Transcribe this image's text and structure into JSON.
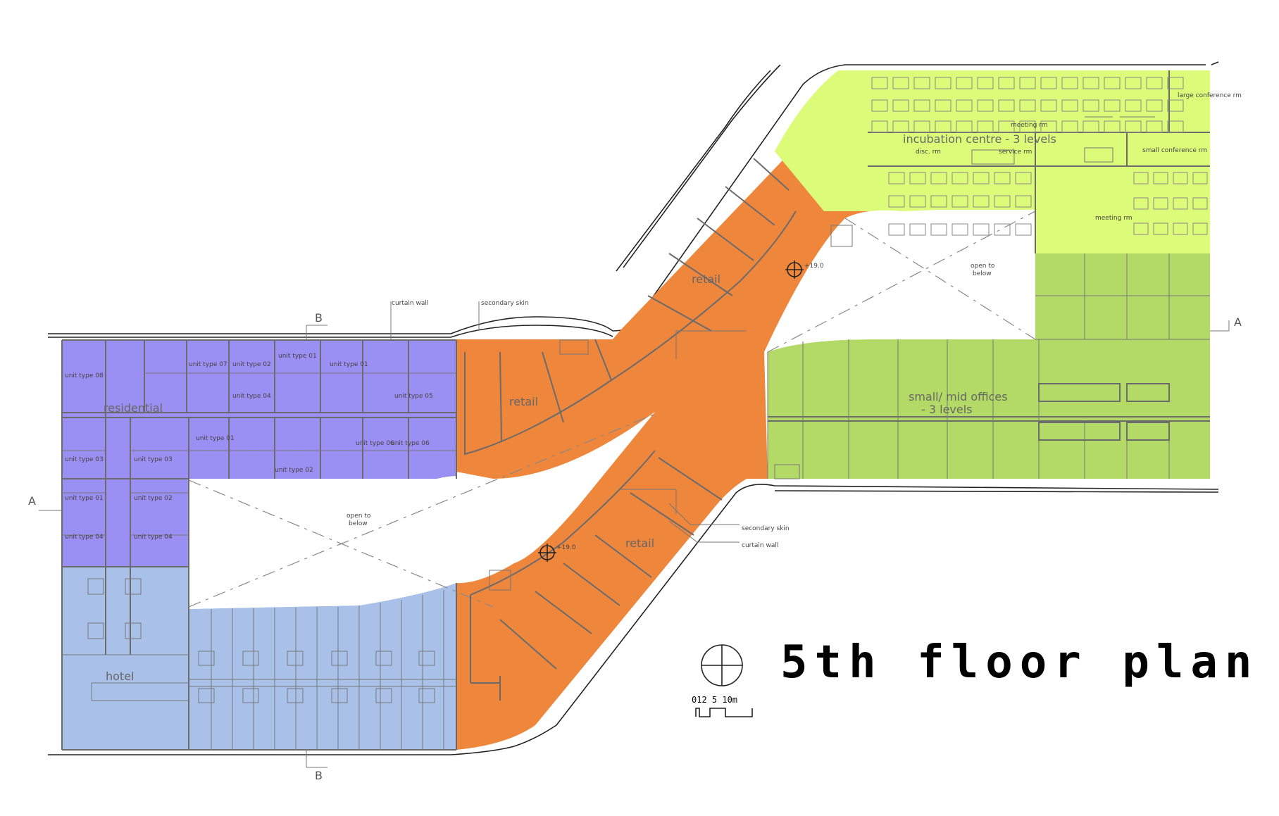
{
  "colors": {
    "residential": "#9a8ff2",
    "hotel": "#a9c0e8",
    "retail": "#ee863c",
    "incubation": "#dcfb78",
    "offices": "#b3d966",
    "void": "#ffffff"
  },
  "title": "5th floor plan",
  "zones": {
    "residential": "residential",
    "hotel": "hotel",
    "retail_1": "retail",
    "retail_2": "retail",
    "retail_3": "retail",
    "incubation": "incubation centre - 3 levels",
    "offices_line1": "small/ mid offices",
    "offices_line2": "- 3 levels"
  },
  "voids": {
    "left_line1": "open to",
    "left_line2": "below",
    "right_line1": "open to",
    "right_line2": "below"
  },
  "annotations": {
    "curtain_wall_top": "curtain wall",
    "secondary_skin_top": "secondary skin",
    "secondary_skin_bottom": "secondary skin",
    "curtain_wall_bottom": "curtain wall",
    "level_upper": "+19.0",
    "level_lower": "+19.0"
  },
  "rooms": {
    "meeting_1": "meeting rm",
    "meeting_2": "meeting rm",
    "disc": "disc. rm",
    "service": "service rm",
    "small_conf": "small conference rm",
    "large_conf": "large conference rm"
  },
  "units": {
    "u08": "unit type 08",
    "u07": "unit type 07",
    "u02a": "unit type 02",
    "u01a": "unit type 01",
    "u04a": "unit type 04",
    "u05": "unit type 05",
    "u03a": "unit type 03",
    "u03b": "unit type 03",
    "u01b": "unit type 01",
    "u06a": "unit type 06",
    "u06b": "unit type 06",
    "u02b": "unit type 02",
    "u01c": "unit type 01",
    "u02c": "unit type 02",
    "u04b": "unit type 04",
    "u04c": "unit type 04"
  },
  "section_marks": {
    "a_left": "A",
    "a_right": "A",
    "b_top": "B",
    "b_bottom": "B"
  },
  "scale_bar": {
    "labels": "012  5    10m"
  }
}
